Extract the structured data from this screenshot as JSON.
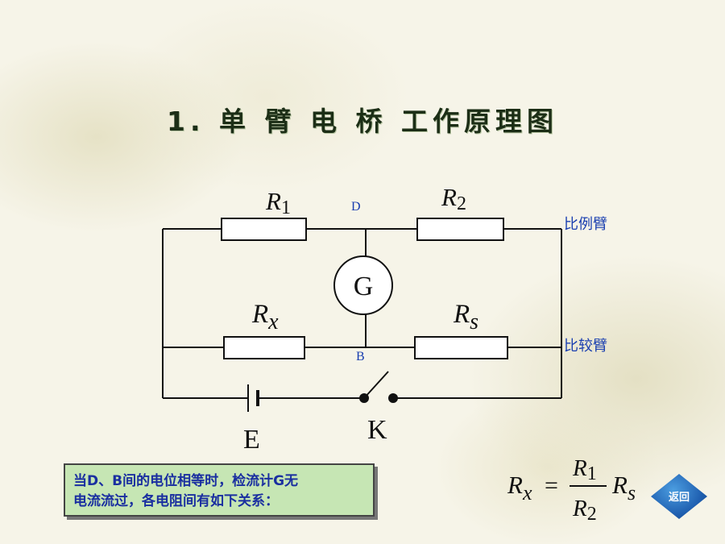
{
  "title": "1. 单 臂 电 桥 工作原理图",
  "diagram": {
    "r1_main": "R",
    "r1_sub": "1",
    "r2_main": "R",
    "r2_sub": "2",
    "rx_main": "R",
    "rx_sub": "x",
    "rs_main": "R",
    "rs_sub": "s",
    "node_d": "D",
    "node_b": "B",
    "galvanometer": "G",
    "ratio_arm": "比例臂",
    "compare_arm": "比较臂",
    "battery": "E",
    "switch": "K"
  },
  "note": {
    "line1": "当D、B间的电位相等时，检流计G无",
    "line2": "电流流过，各电阻间有如下关系："
  },
  "formula": {
    "lhs_main": "R",
    "lhs_sub": "x",
    "equals": "=",
    "num_main": "R",
    "num_sub": "1",
    "den_main": "R",
    "den_sub": "2",
    "rhs_main": "R",
    "rhs_sub": "s"
  },
  "back_button": {
    "label": "返回"
  },
  "colors": {
    "wire": "#111111",
    "label_blue": "#1a3fb0",
    "note_bg": "#c6e6b4",
    "button_blue": "#1f5fb0"
  }
}
